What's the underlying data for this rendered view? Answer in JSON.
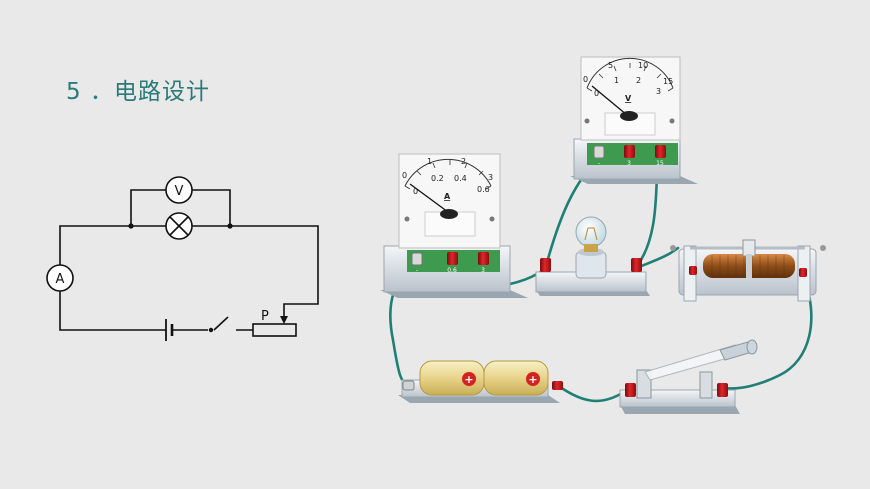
{
  "title": "5 ．电路设计",
  "schematic": {
    "voltmeter_label": "V",
    "ammeter_label": "A",
    "slider_label": "P"
  },
  "ammeter": {
    "top_scale": [
      "0",
      "1",
      "2",
      "3"
    ],
    "bottom_scale": [
      "0",
      "0.2",
      "0.4",
      "0.6"
    ],
    "unit": "A",
    "terminals": [
      "-",
      "0.6",
      "3"
    ]
  },
  "voltmeter": {
    "top_scale": [
      "0",
      "5",
      "10",
      "15"
    ],
    "bottom_scale": [
      "0",
      "1",
      "2",
      "3"
    ],
    "unit": "V",
    "terminals": [
      "-",
      "3",
      "15"
    ]
  },
  "battery": {
    "cell_marks": [
      "+",
      "+"
    ]
  },
  "colors": {
    "title": "#2a7a7a",
    "wire": "#1f7f75",
    "terminal_red": "#c8171c",
    "coil": "#9a5a22",
    "battery": "#ead98c",
    "meter_panel": "#3d9a4f"
  }
}
